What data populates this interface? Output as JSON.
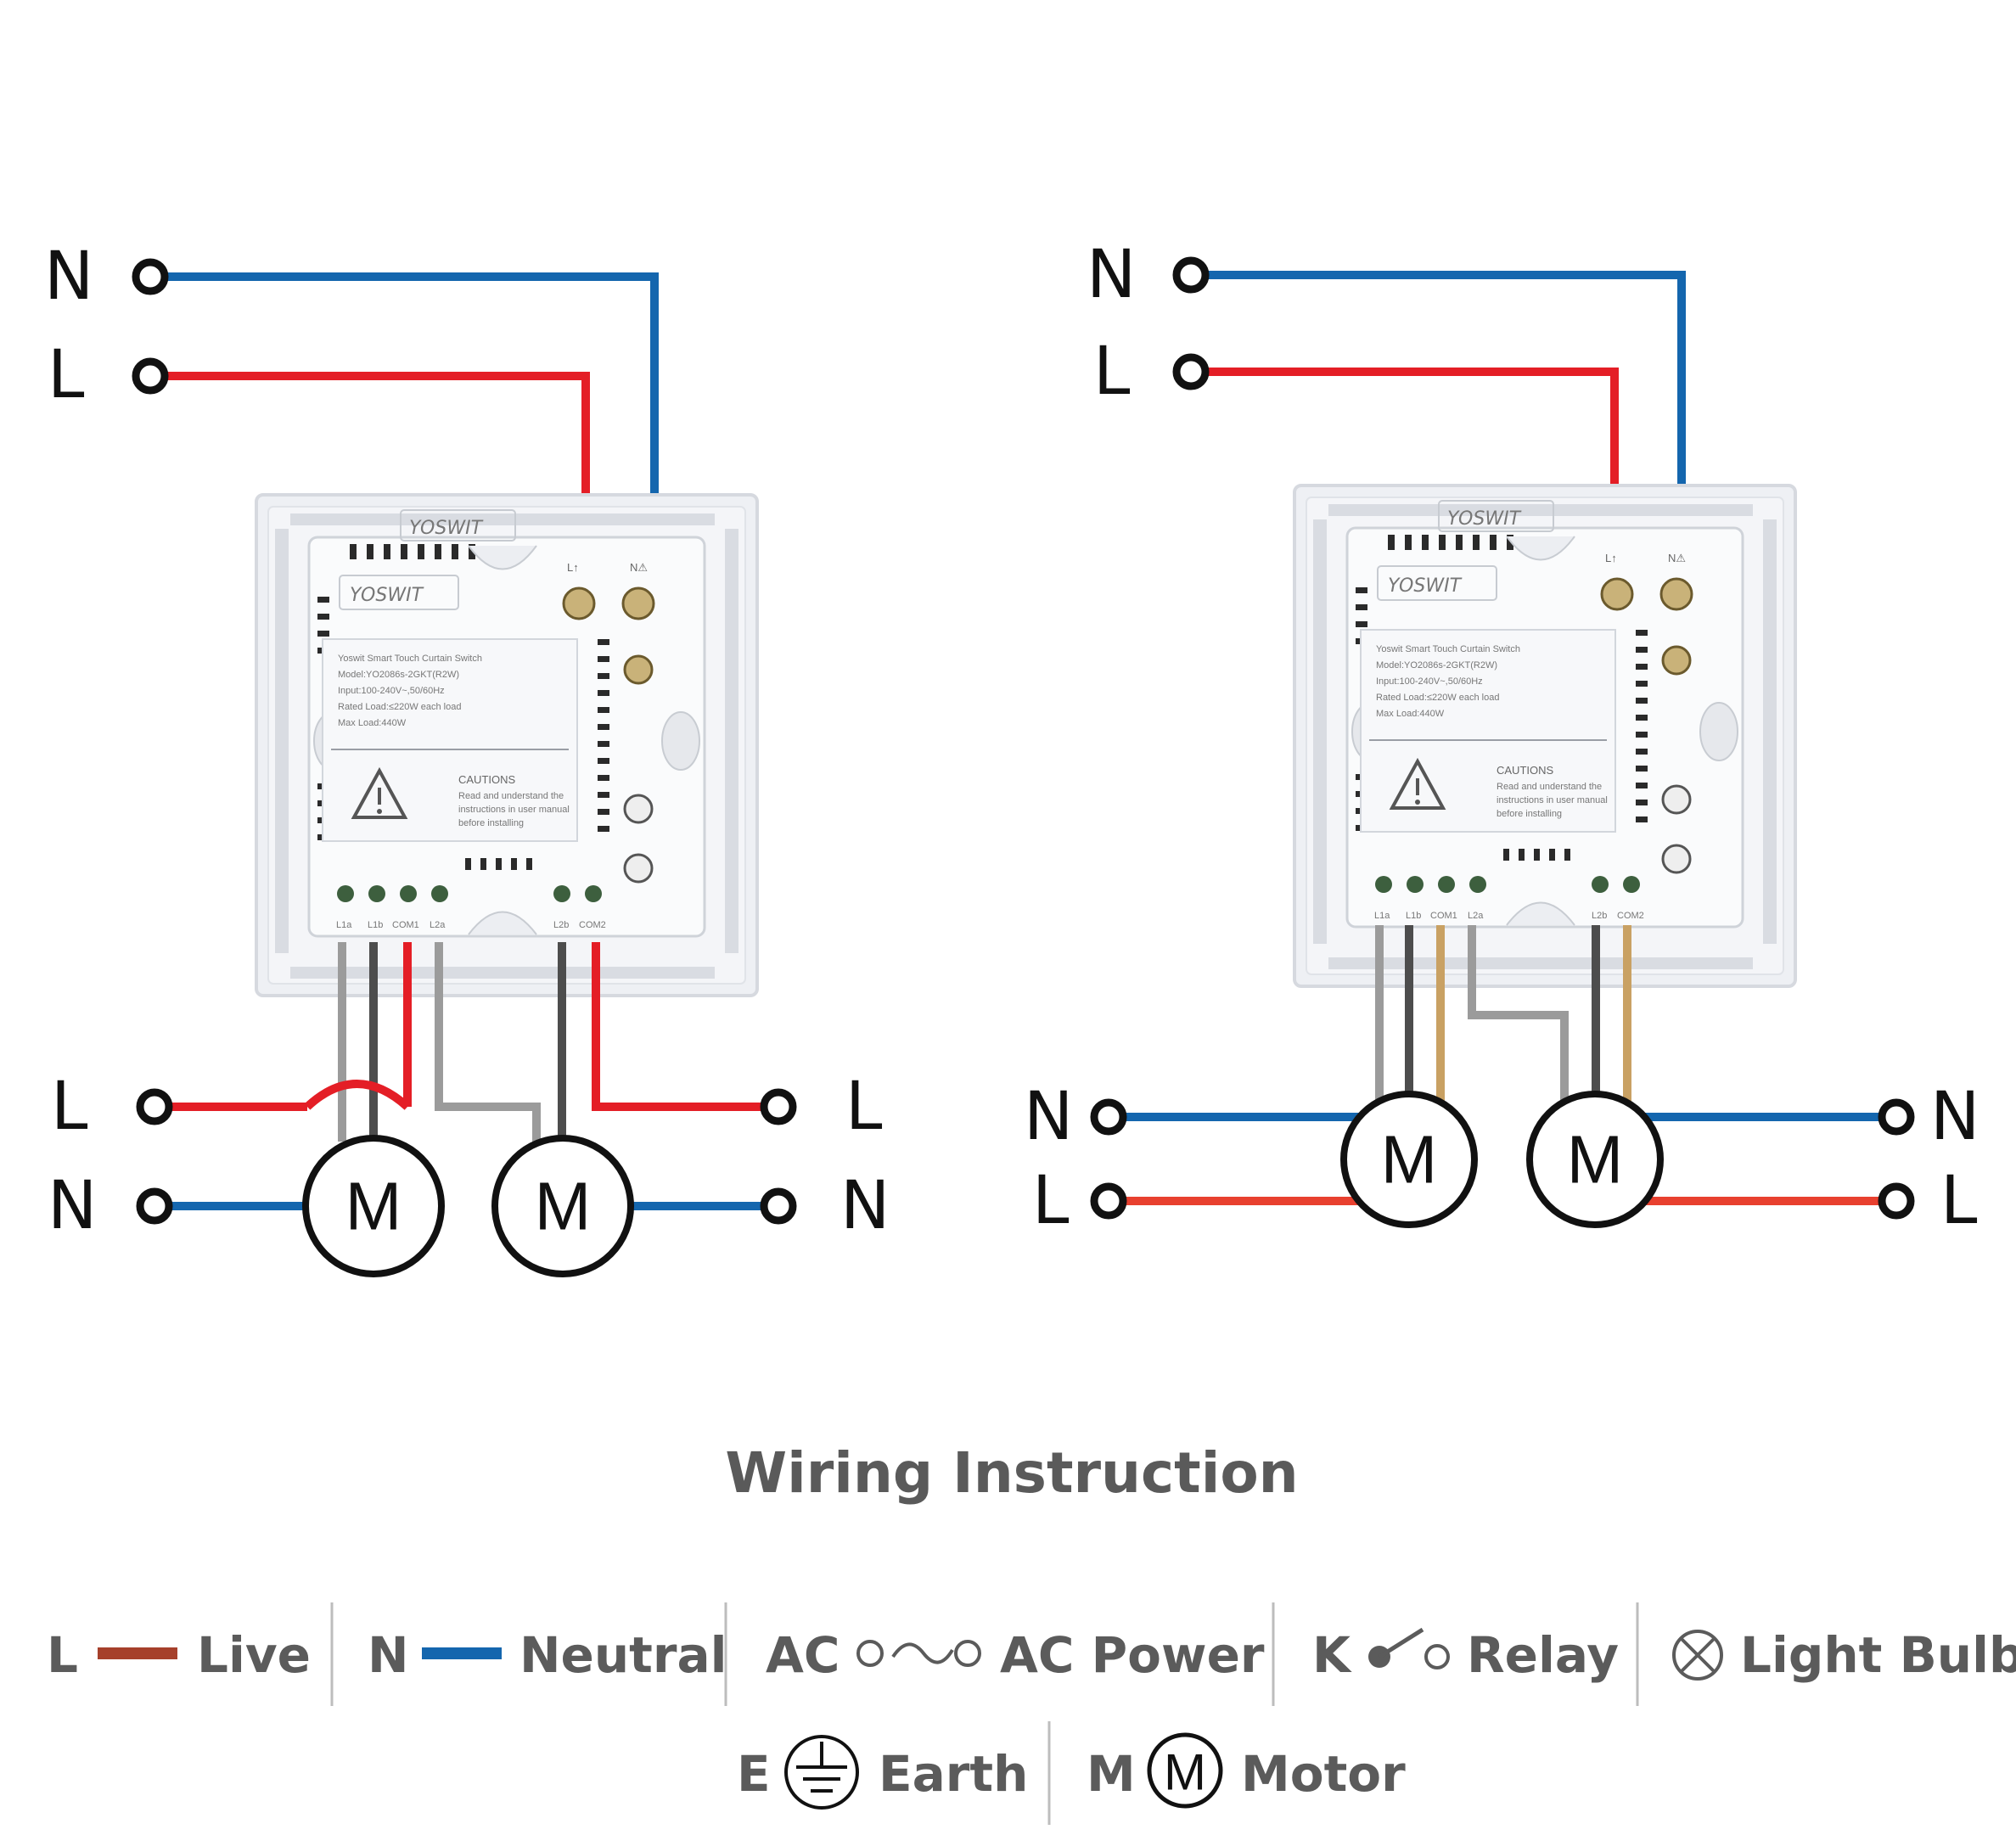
{
  "diagram": {
    "title": "Wiring Instruction",
    "colors": {
      "live": "#e41e26",
      "neutral": "#1466ae",
      "gray": "#9b9b9b",
      "dark": "#4d4d4d",
      "tan": "#c9a163",
      "legend_live": "#a6402b"
    },
    "device": {
      "brand": "YOSWIT",
      "label_lines": [
        "Yoswit Smart Touch Curtain Switch",
        "Model:YO2086s-2GKT(R2W)",
        "Input:100-240V~,50/60Hz",
        "Rated Load:≤220W each load",
        "Max Load:440W"
      ],
      "caution_title": "CAUTIONS",
      "caution_lines": [
        "Read and understand the",
        "instructions in user manual",
        "before installing"
      ],
      "top_terminals": [
        "L↑",
        "N⚠"
      ],
      "bottom_terminals": [
        "L1a",
        "L1b",
        "COM1",
        "L2a",
        "L2b",
        "COM2"
      ]
    },
    "left_diagram": {
      "top_labels": [
        "N",
        "L"
      ],
      "bottom_left_labels": [
        "L",
        "N"
      ],
      "bottom_right_labels": [
        "L",
        "N"
      ],
      "motors": [
        "M",
        "M"
      ]
    },
    "right_diagram": {
      "top_labels": [
        "N",
        "L"
      ],
      "bottom_left_labels": [
        "N",
        "L"
      ],
      "bottom_right_labels": [
        "N",
        "L"
      ],
      "motors": [
        "M",
        "M"
      ]
    },
    "legend": [
      {
        "symbol": "L",
        "label": "Live",
        "icon": "live-line-icon"
      },
      {
        "symbol": "N",
        "label": "Neutral",
        "icon": "neutral-line-icon"
      },
      {
        "symbol": "AC",
        "label": "AC  Power",
        "icon": "ac-power-icon"
      },
      {
        "symbol": "K",
        "label": "Relay",
        "icon": "relay-icon"
      },
      {
        "symbol": "",
        "label": "Light Bulb",
        "icon": "light-bulb-icon"
      },
      {
        "symbol": "E",
        "label": "Earth",
        "icon": "earth-icon"
      },
      {
        "symbol": "M",
        "label": "Motor",
        "icon": "motor-icon"
      }
    ]
  }
}
